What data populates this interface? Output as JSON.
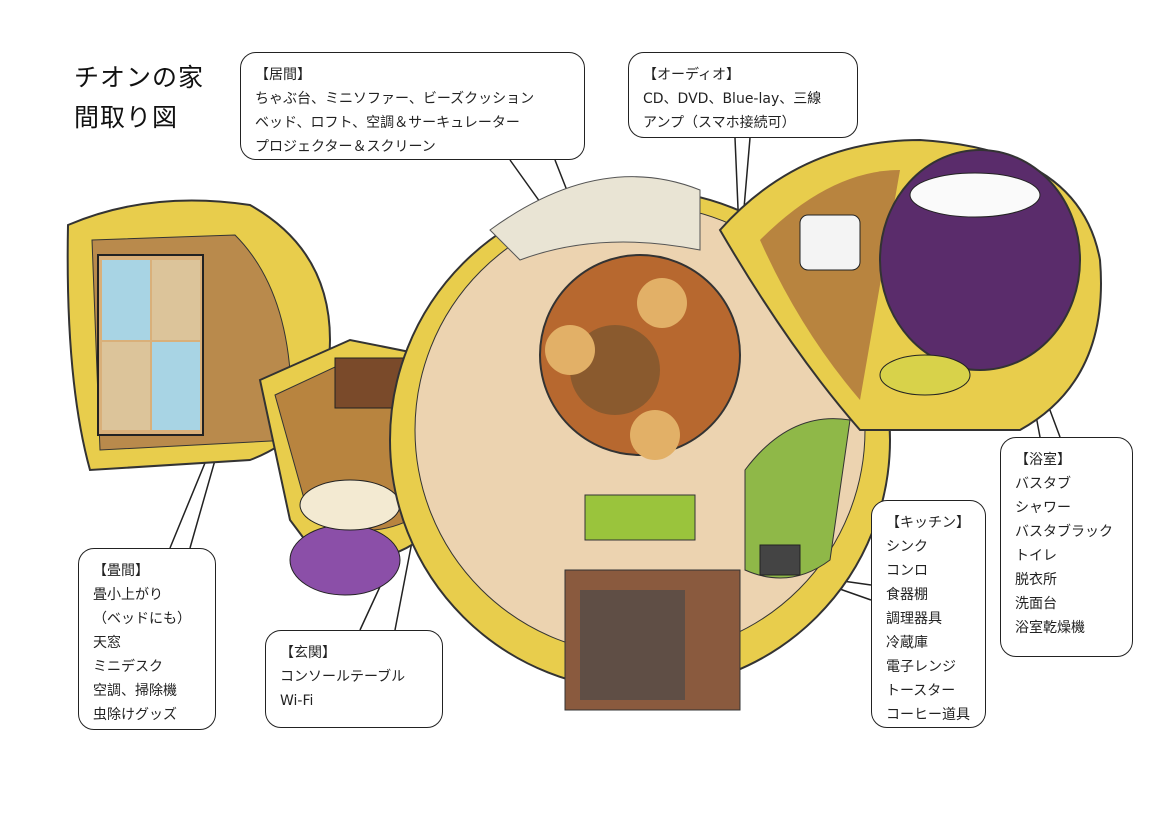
{
  "title": {
    "line1": "チオンの家",
    "line2": "間取り図"
  },
  "living": {
    "heading": "【居間】",
    "items": [
      "ちゃぶ台、ミニソファー、ビーズクッション",
      "ベッド、ロフト、空調＆サーキュレーター",
      "プロジェクター＆スクリーン"
    ]
  },
  "audio": {
    "heading": "【オーディオ】",
    "items": [
      "CD、DVD、Blue-lay、三線",
      "アンプ（スマホ接続可）"
    ]
  },
  "tatami": {
    "heading": "【畳間】",
    "items": [
      "畳小上がり",
      "（ベッドにも）",
      "天窓",
      "ミニデスク",
      "空調、掃除機",
      "虫除けグッズ"
    ]
  },
  "entrance": {
    "heading": "【玄関】",
    "items": [
      "コンソールテーブル",
      "Wi-Fi"
    ]
  },
  "kitchen": {
    "heading": "【キッチン】",
    "items": [
      "シンク",
      "コンロ",
      "食器棚",
      "調理器具",
      "冷蔵庫",
      "電子レンジ",
      "トースター",
      "コーヒー道具"
    ]
  },
  "bath": {
    "heading": "【浴室】",
    "items": [
      "バスタブ",
      "シャワー",
      "バスタブラック",
      "トイレ",
      "脱衣所",
      "洗面台",
      "浴室乾燥機"
    ]
  },
  "colors": {
    "wall": "#e8cd4c",
    "floor_light": "#ecd3b0",
    "wood": "#b77d3f",
    "bath": "#5a2c6b",
    "kitchen": "#8fb848"
  }
}
